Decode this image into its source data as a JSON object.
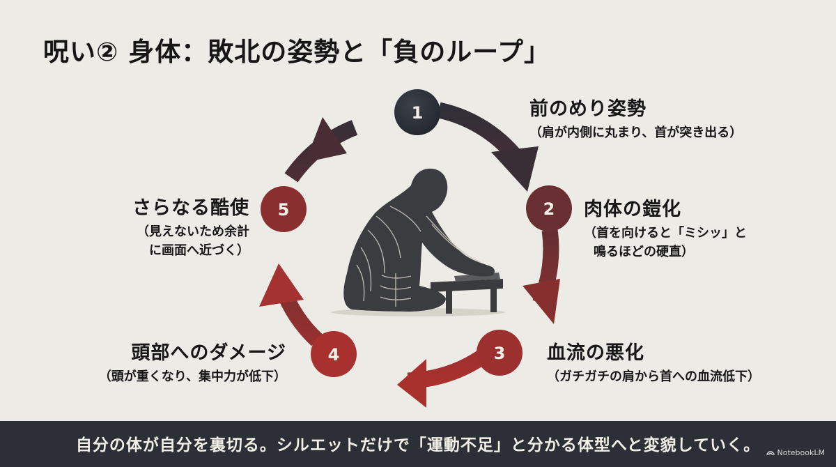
{
  "title": "呪い② 身体：敗北の姿勢と「負のループ」",
  "cycle": {
    "nodes": [
      {
        "number": "1",
        "heading": "前のめり姿勢",
        "detail": [
          "（肩が内側に丸まり、首が突き出る）"
        ]
      },
      {
        "number": "2",
        "heading": "肉体の鎧化",
        "detail": [
          "（首を向けると「ミシッ」と",
          "鳴るほどの硬直）"
        ]
      },
      {
        "number": "3",
        "heading": "血流の悪化",
        "detail": [
          "（ガチガチの肩から首への血流低下）"
        ]
      },
      {
        "number": "4",
        "heading": "頭部へのダメージ",
        "detail": [
          "（頭が重くなり、集中力が低下）"
        ]
      },
      {
        "number": "5",
        "heading": "さらなる酷使",
        "detail": [
          "（見えないため余計",
          "に画面へ近づく）"
        ]
      }
    ],
    "colors": {
      "top": "#2b2f38",
      "bottom": "#a8302e",
      "mid": "#5a2e33"
    }
  },
  "footer": {
    "text": "自分の体が自分を裏切る。シルエットだけで「運動不足」と分かる体型へと変貌していく。"
  },
  "watermark": {
    "text": "NotebookLM"
  }
}
